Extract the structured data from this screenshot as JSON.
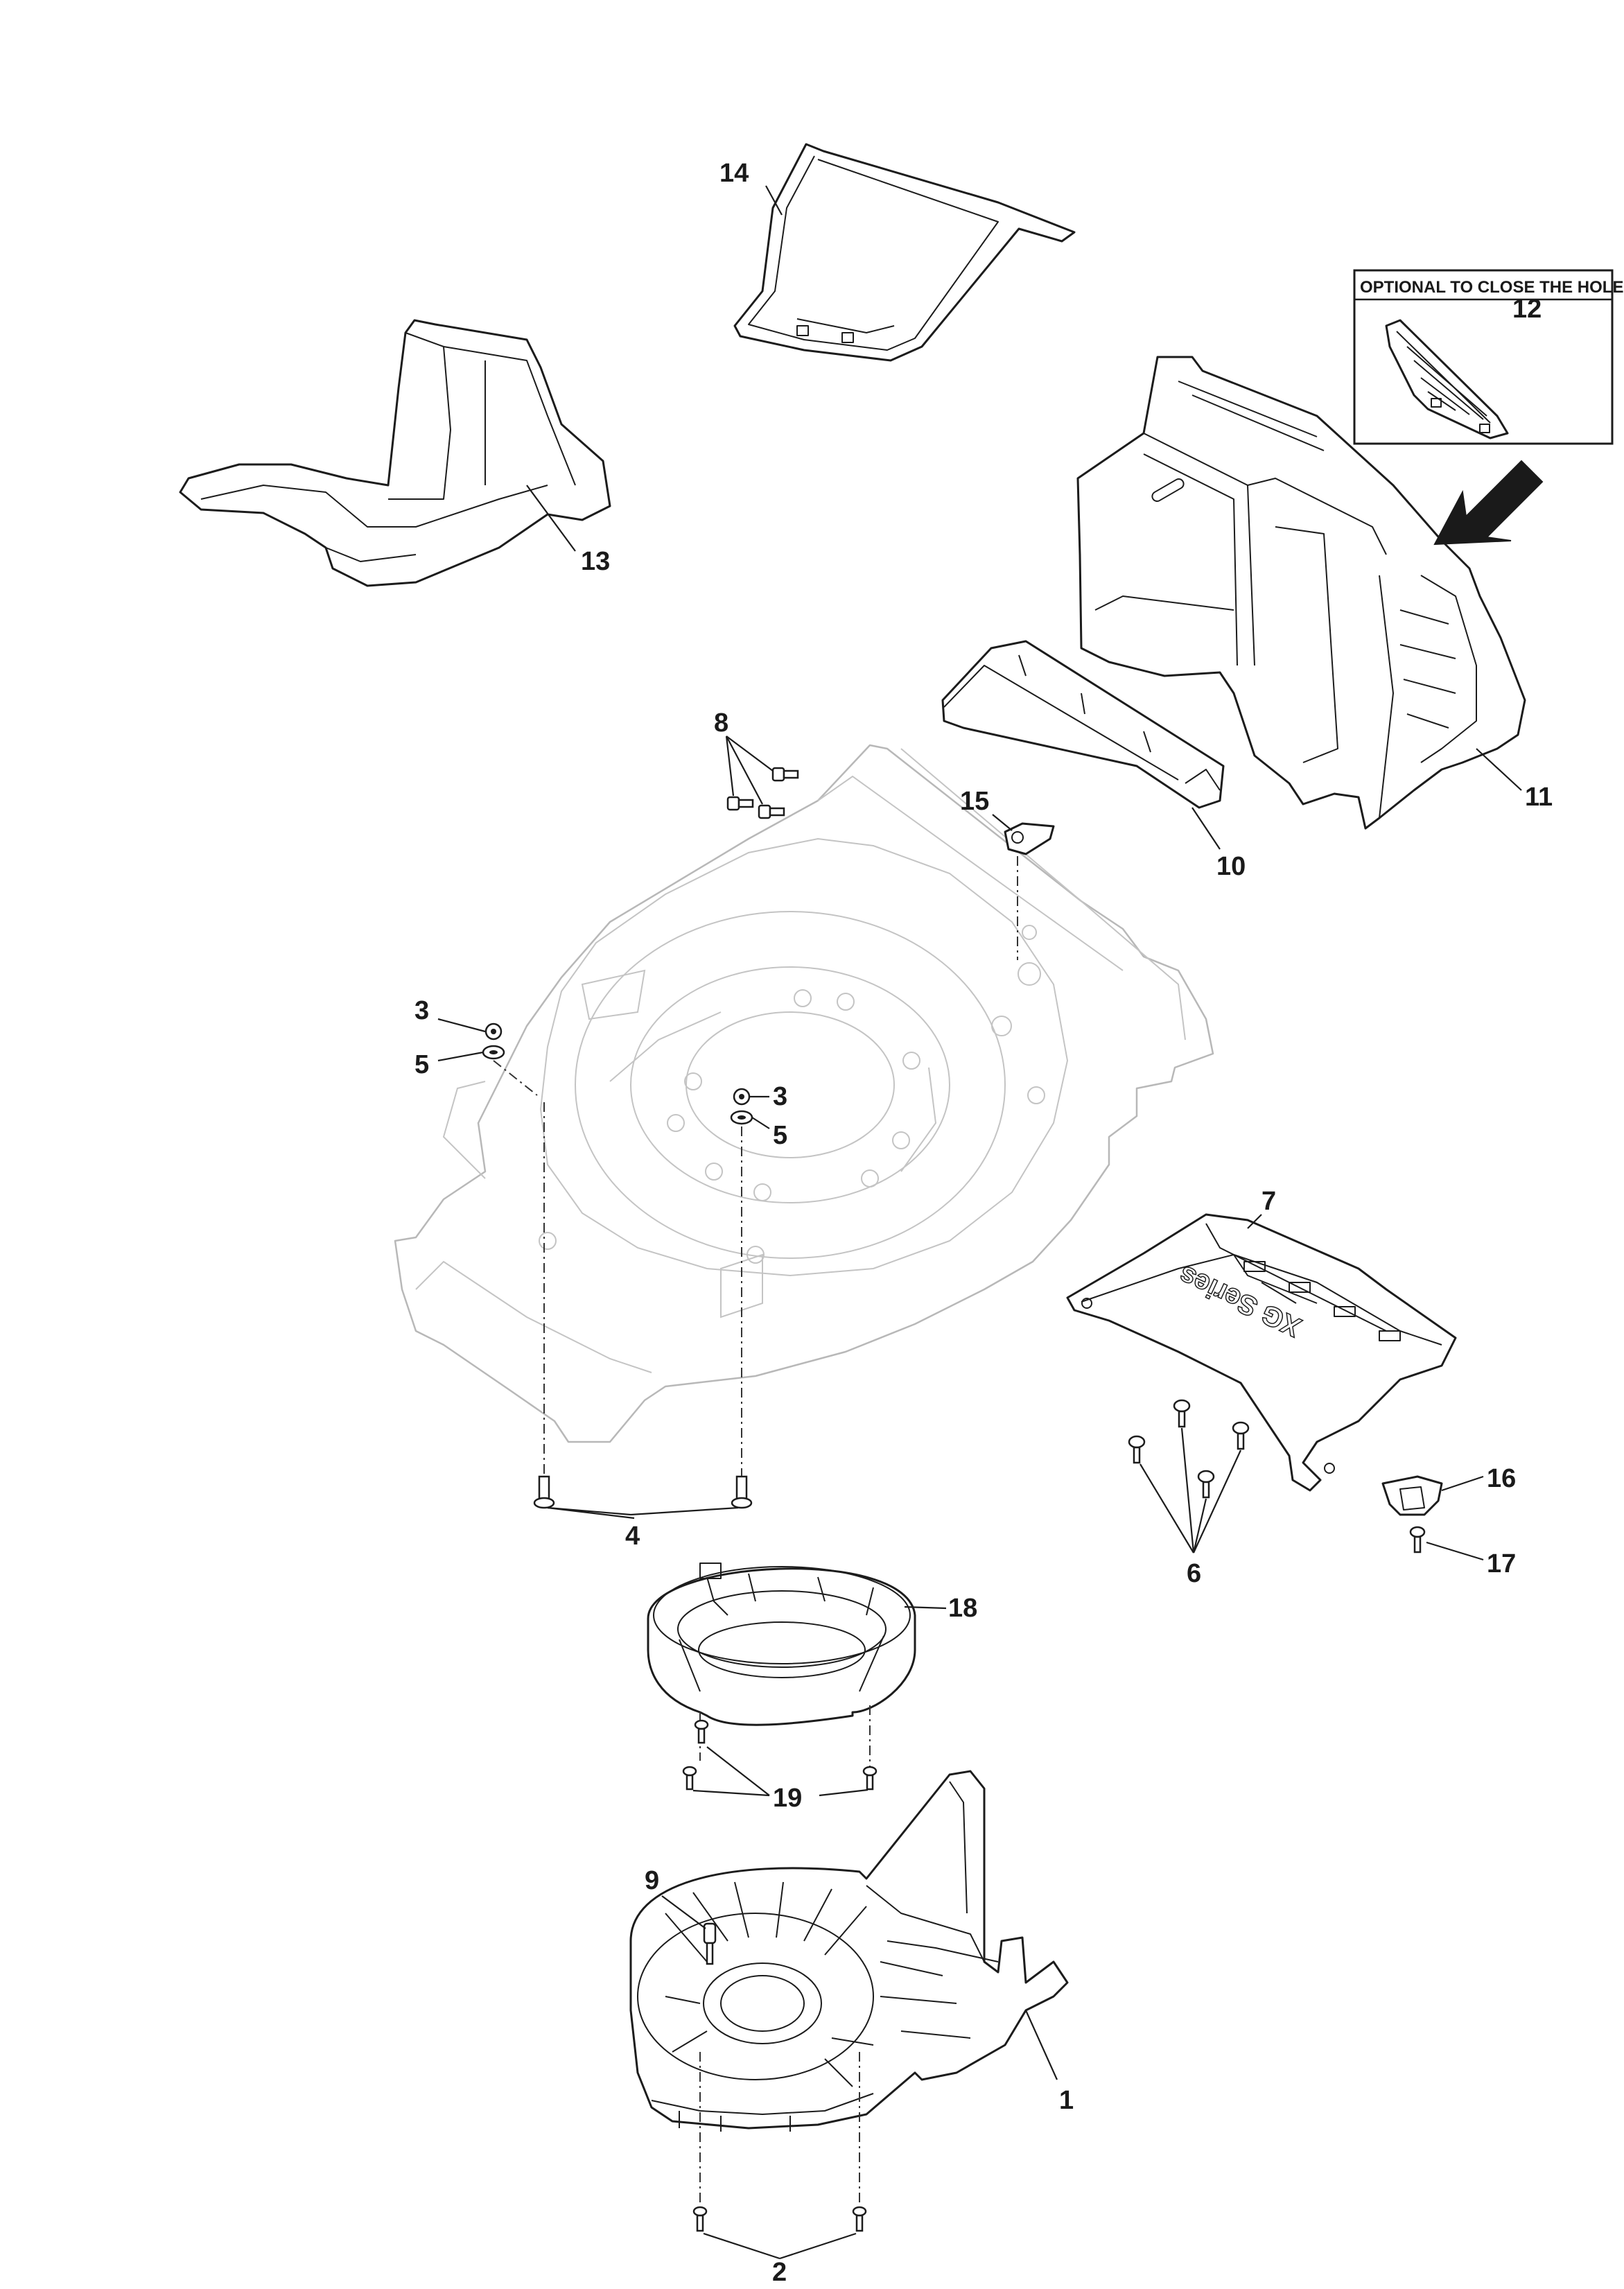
{
  "callouts": {
    "p1": "1",
    "p2": "2",
    "p3a": "3",
    "p3b": "3",
    "p4": "4",
    "p5a": "5",
    "p5b": "5",
    "p6": "6",
    "p7": "7",
    "p8": "8",
    "p9": "9",
    "p10": "10",
    "p11": "11",
    "p12": "12",
    "p13": "13",
    "p14": "14",
    "p15": "15",
    "p16": "16",
    "p17": "17",
    "p18": "18",
    "p19": "19"
  },
  "note": {
    "title": "OPTIONAL TO CLOSE THE HOLE"
  },
  "deck_lettering": "XG Series"
}
